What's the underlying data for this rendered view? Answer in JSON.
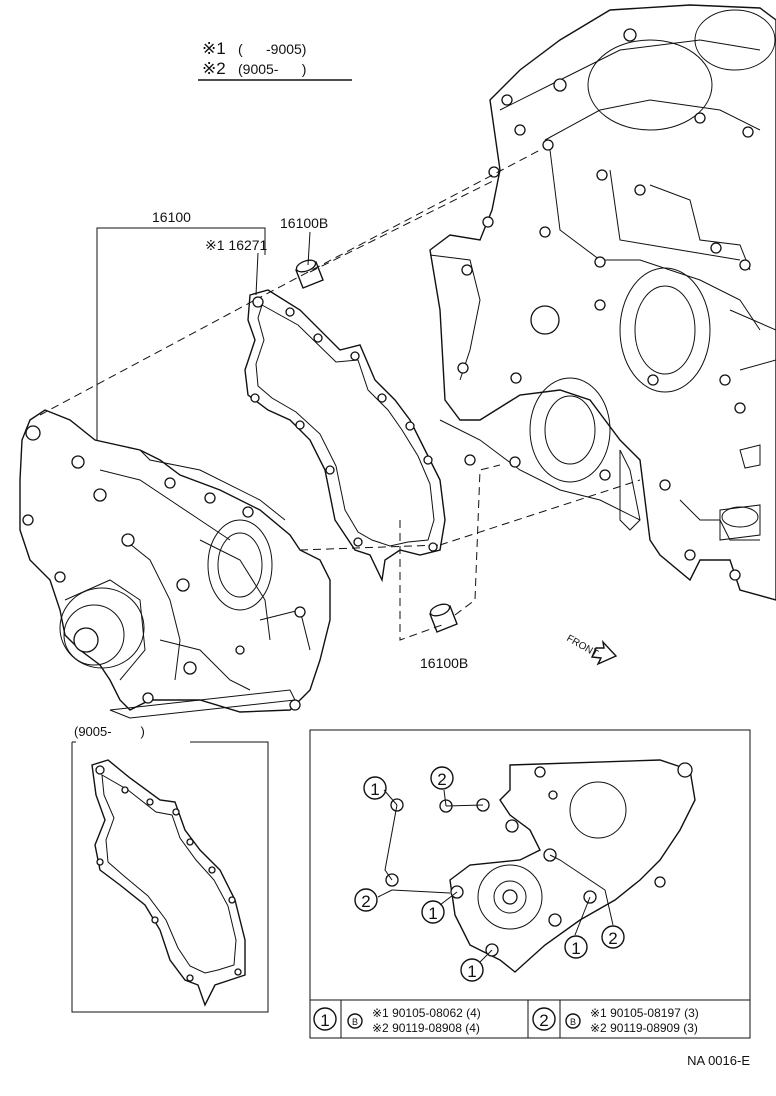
{
  "legend": {
    "mark1_symbol": "※1",
    "mark1_range": "(      -9005)",
    "mark2_symbol": "※2",
    "mark2_range": "(9005-      )"
  },
  "parts": {
    "cover": "16100",
    "gasket": "※1 16271",
    "pin_top": "16100B",
    "pin_bottom": "16100B",
    "front_arrow": "FRONT"
  },
  "inset_left": {
    "label": "(9005-        )"
  },
  "inset_right": {
    "callouts": [
      "1",
      "2",
      "1",
      "2",
      "1",
      "1",
      "2"
    ],
    "table": {
      "cell1_num": "1",
      "cell1_b": "B",
      "cell1_line1": "※1 90105-08062 (4)",
      "cell1_line2": "※2 90119-08908 (4)",
      "cell2_num": "2",
      "cell2_b": "B",
      "cell2_line1": "※1 90105-08197 (3)",
      "cell2_line2": "※2 90119-08909 (3)"
    }
  },
  "code": "NA 0016-E"
}
